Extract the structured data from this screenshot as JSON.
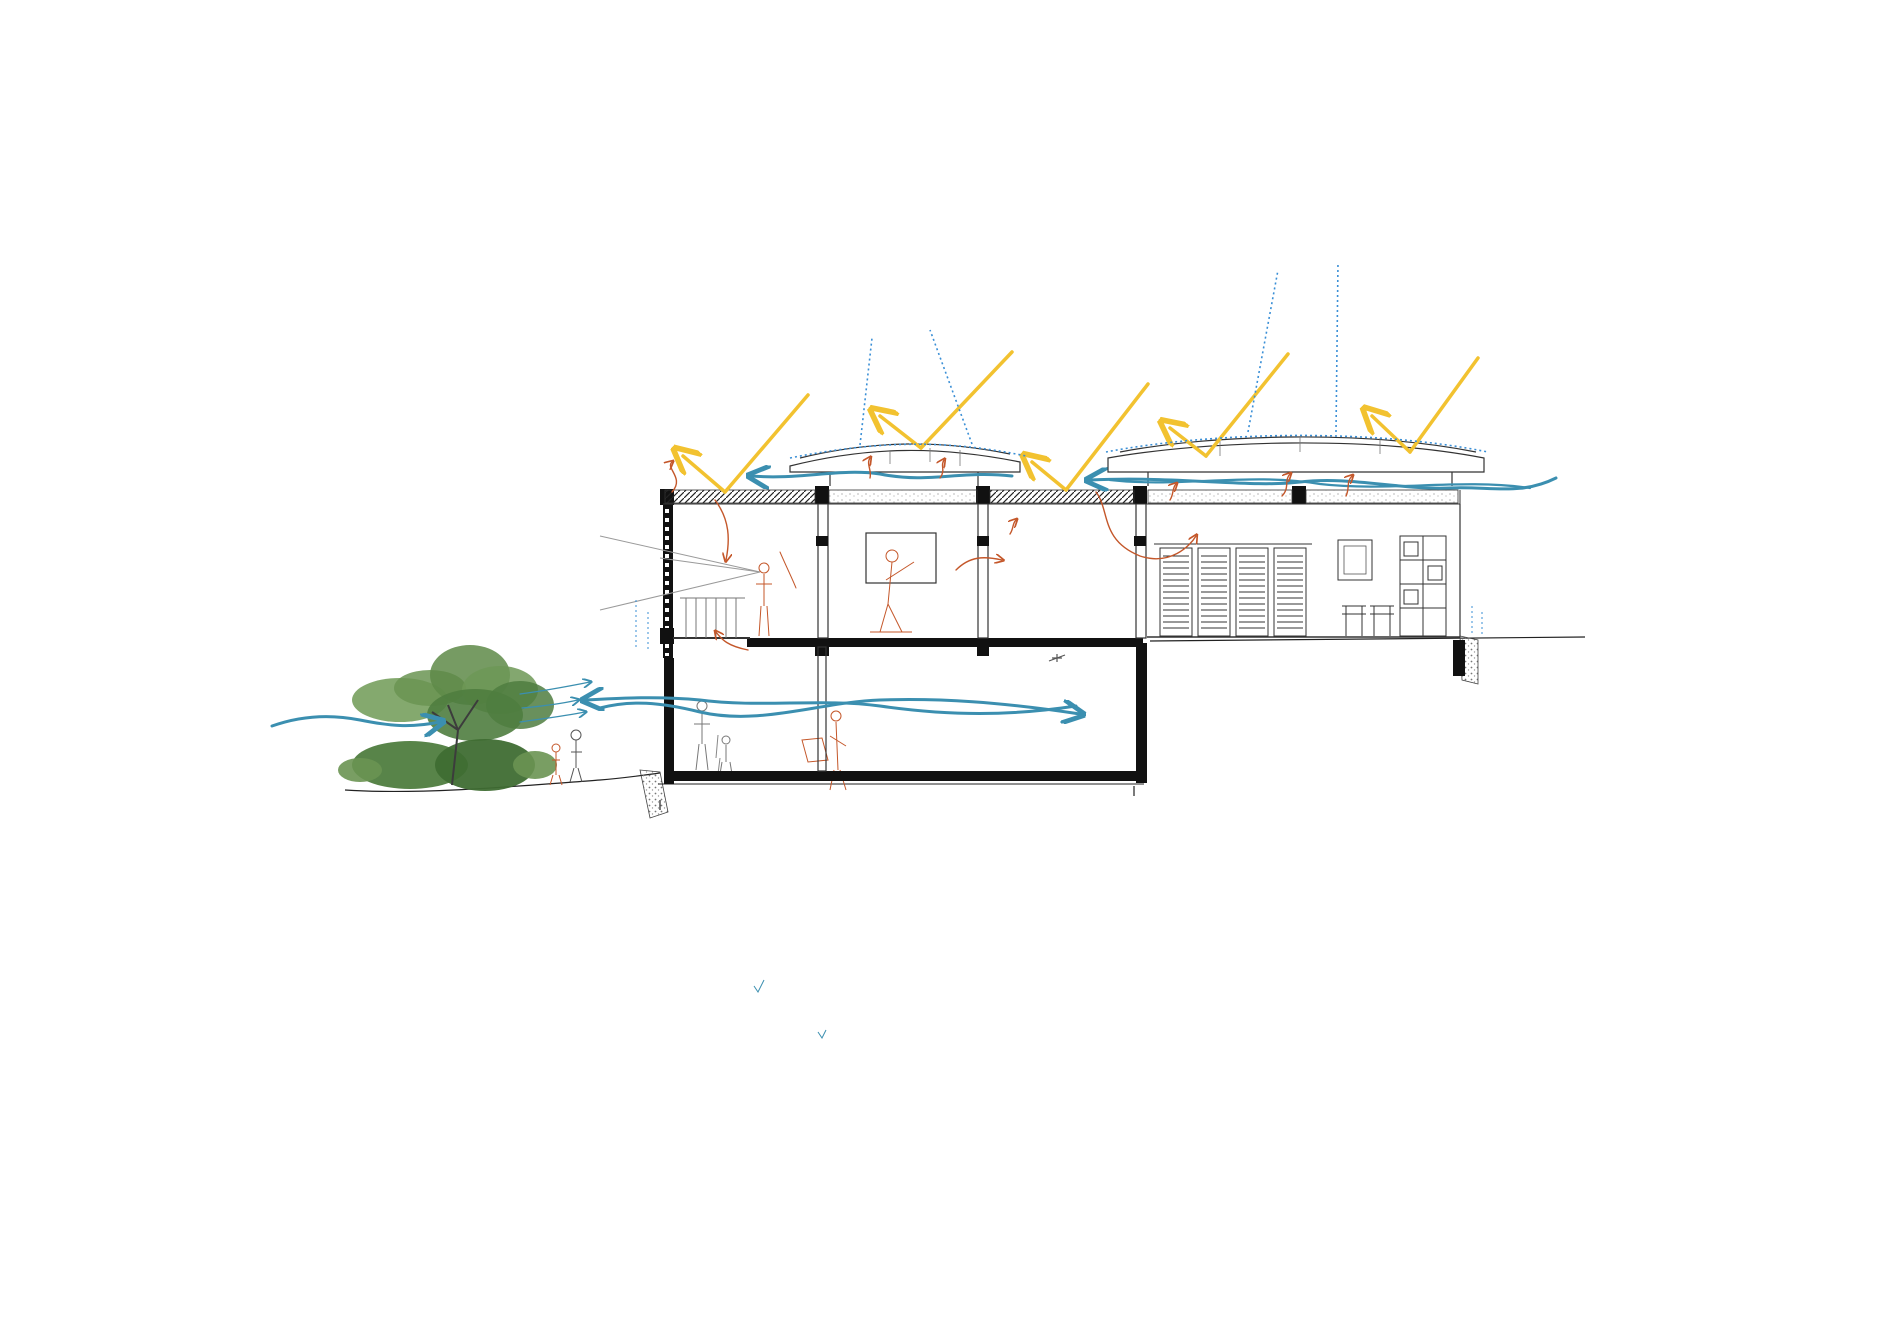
{
  "diagram": {
    "kind": "architectural-section",
    "colors": {
      "structure": "#111111",
      "line": "#333333",
      "sun_ray": "#f2c230",
      "reflection": "#3a8fd6",
      "airflow": "#3b8fb0",
      "heat": "#c4572a",
      "vegetation": "#4f7d3f",
      "gravel": "#777777",
      "background": "#ffffff"
    },
    "elements": [
      "roof-module-left",
      "roof-module-right",
      "sun-rays",
      "reflected-rays",
      "airflow-arrows",
      "heat-arrows",
      "classroom-upper",
      "covered-underground-space",
      "louvered-doors",
      "bookshelf",
      "desk-chairs",
      "tree",
      "terrain"
    ]
  }
}
